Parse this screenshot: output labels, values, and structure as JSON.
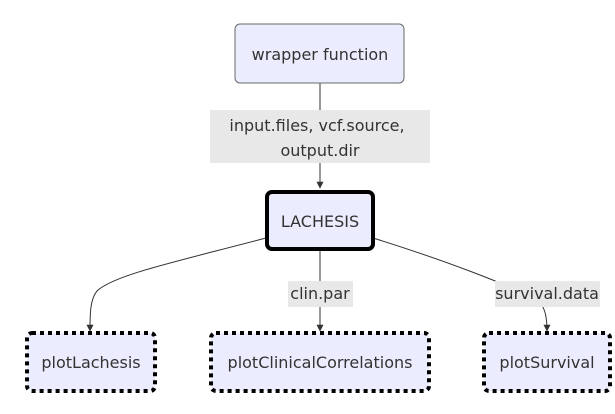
{
  "nodes": {
    "wrapper": {
      "label": "wrapper function"
    },
    "lachesis": {
      "label": "LACHESIS"
    },
    "plot_lachesis": {
      "label": "plotLachesis"
    },
    "plot_clinical": {
      "label": "plotClinicalCorrelations"
    },
    "plot_survival": {
      "label": "plotSurvival"
    }
  },
  "edges": {
    "wrapper_to_lachesis": {
      "label_line1": "input.files, vcf.source,",
      "label_line2": "output.dir"
    },
    "lachesis_to_clinical": {
      "label": "clin.par"
    },
    "lachesis_to_survival": {
      "label": "survival.data"
    }
  },
  "colors": {
    "node_fill": "#ececff",
    "node_stroke": "#000000",
    "wrapper_stroke": "#6a6a6a",
    "edge": "#333333",
    "edge_label_bg": "#e8e8e8",
    "text": "#333333"
  }
}
